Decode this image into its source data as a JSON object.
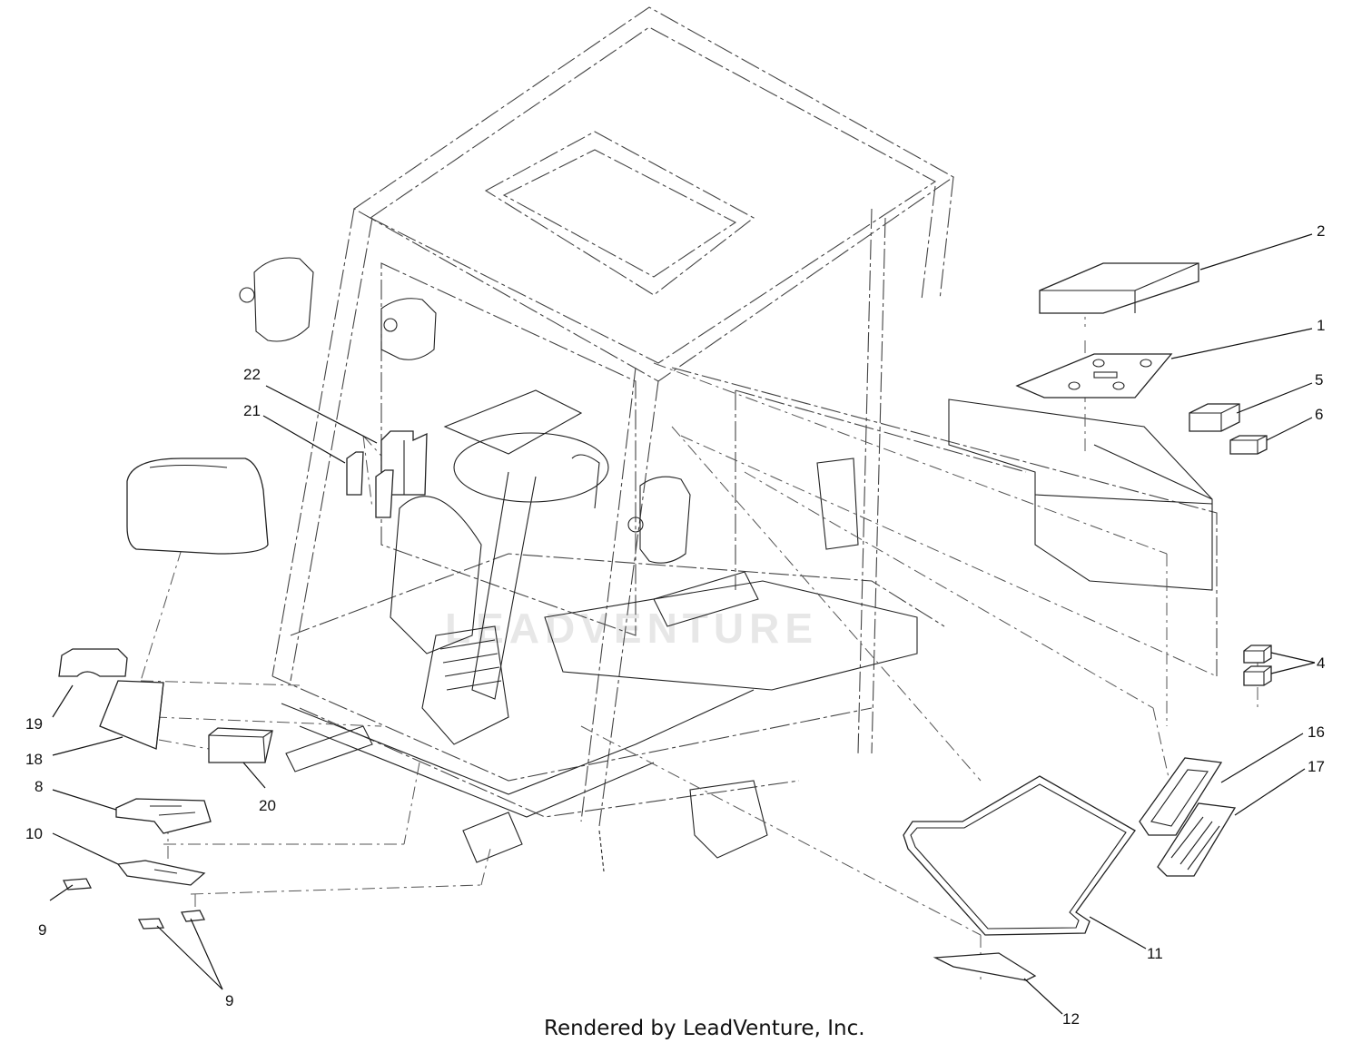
{
  "watermark": "LEADVENTURE",
  "footer": "Rendered by LeadVenture, Inc.",
  "callouts": [
    {
      "id": "c2",
      "label": "2"
    },
    {
      "id": "c1",
      "label": "1"
    },
    {
      "id": "c5",
      "label": "5"
    },
    {
      "id": "c6",
      "label": "6"
    },
    {
      "id": "c4",
      "label": "4"
    },
    {
      "id": "c16",
      "label": "16"
    },
    {
      "id": "c17",
      "label": "17"
    },
    {
      "id": "c11",
      "label": "11"
    },
    {
      "id": "c12",
      "label": "12"
    },
    {
      "id": "c22",
      "label": "22"
    },
    {
      "id": "c21",
      "label": "21"
    },
    {
      "id": "c19",
      "label": "19"
    },
    {
      "id": "c18",
      "label": "18"
    },
    {
      "id": "c20",
      "label": "20"
    },
    {
      "id": "c8",
      "label": "8"
    },
    {
      "id": "c10",
      "label": "10"
    },
    {
      "id": "c9a",
      "label": "9"
    },
    {
      "id": "c9b",
      "label": "9"
    }
  ]
}
